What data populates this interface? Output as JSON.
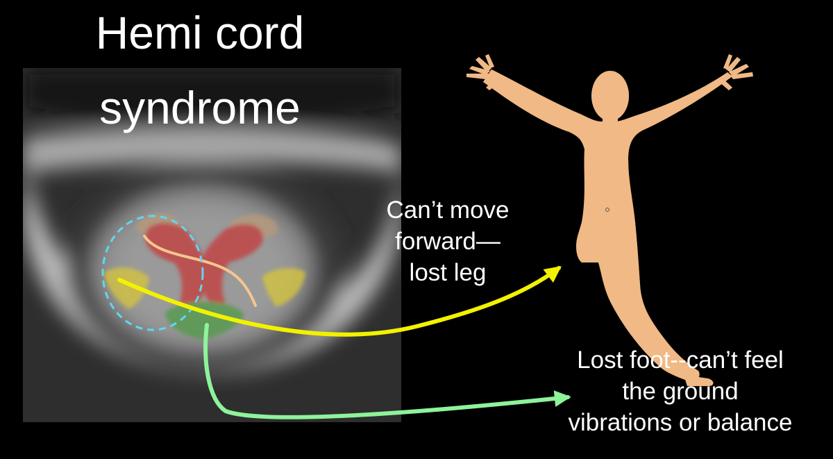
{
  "title": {
    "line1": "Hemi cord",
    "line2": "syndrome"
  },
  "annotations": {
    "leg": {
      "line1": "Can’t move",
      "line2": "forward—",
      "line3": "lost leg"
    },
    "foot": {
      "line1": "Lost foot--can’t feel",
      "line2": "the ground",
      "line3": "vibrations or balance"
    }
  },
  "colors": {
    "background": "#000000",
    "yellow_arrow": "#f2f200",
    "green_arrow": "#8ef39a",
    "lesion_outline": "#5fd7f0",
    "tract_line": "#f6c68e",
    "gray_matter": "#c63b3b",
    "lateral_columns": "#d8c63a",
    "dorsal_columns": "#4f9a46",
    "figure_skin": "#f0b985"
  },
  "icons": [
    "spinal-cord-cross-section",
    "human-figure-missing-leg"
  ]
}
